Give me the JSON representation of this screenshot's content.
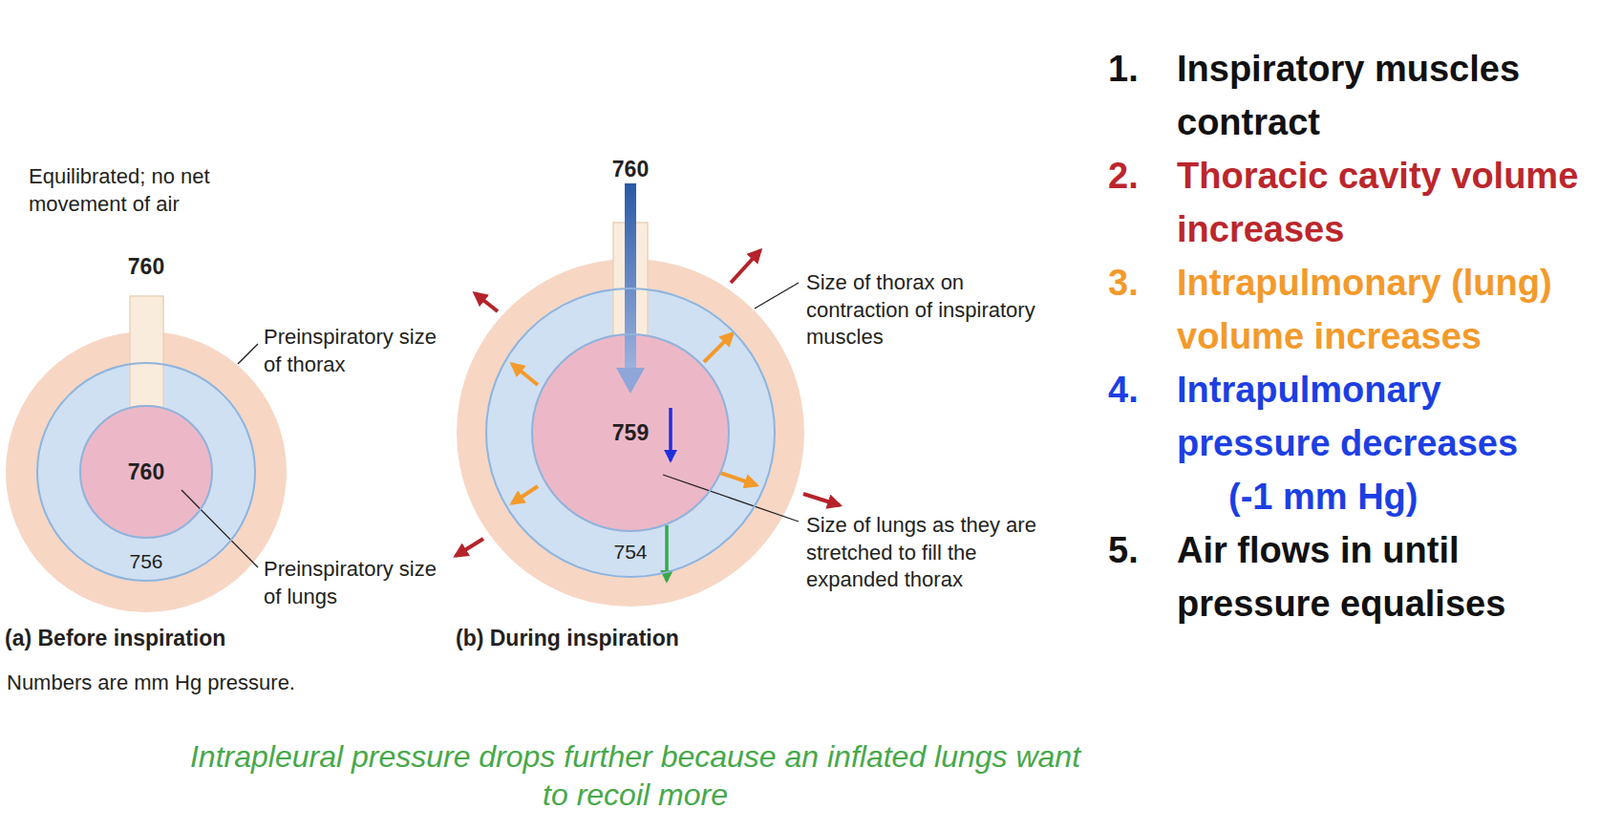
{
  "diagram": {
    "caption": "Intrapleural pressure drops further because an inflated lungs want to recoil more",
    "nodes": [
      {
        "text": [
          "756"
        ]
      },
      {
        "text": [
          "760"
        ],
        "in": 0
      },
      {
        "text": [
          "754"
        ]
      },
      {
        "text": [
          "759"
        ],
        "in": 2
      }
    ],
    "labels": [
      "Equilibrated; no net movement of air",
      "760",
      "Preinspiratory size of thorax",
      "Preinspiratory size of lungs",
      "(a) Before inspiration",
      "Numbers are mm Hg pressure.",
      "760",
      "Size of thorax on contraction of inspiratory muscles",
      "Size of lungs as they are stretched to fill the expanded thorax",
      "(b) During inspiration",
      "1.",
      "Inspiratory muscles contract",
      "2.",
      "Thoracic cavity volume increases",
      "3.",
      "Intrapulmonary (lung) volume increases",
      "4.",
      "Intrapulmonary pressure decreases",
      "(-1 mm Hg)",
      "5.",
      "Air flows in until pressure equalises"
    ]
  }
}
